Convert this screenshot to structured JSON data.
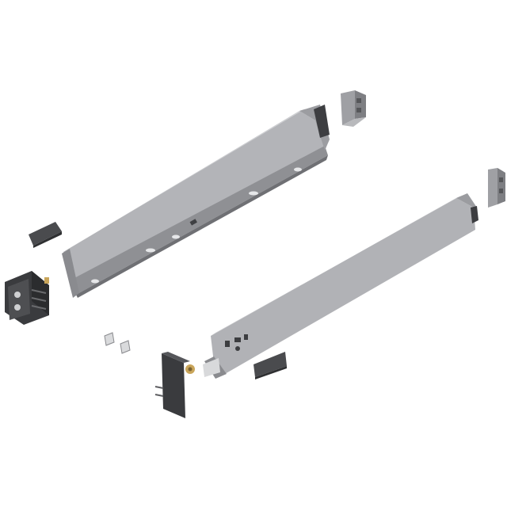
{
  "image": {
    "background": "#ffffff",
    "colors": {
      "panel_light": "#b9babd",
      "panel_mid": "#a3a4a8",
      "panel_dark": "#8c8d91",
      "panel_edge": "#7a7b7f",
      "plastic_dark": "#4a4b4e",
      "plastic_black": "#2f3032",
      "brass": "#c9a55a",
      "metal_light": "#d9dadc"
    },
    "parts": [
      "left-drawer-side-panel",
      "right-drawer-side-panel",
      "rear-bracket-left",
      "rear-bracket-right",
      "front-fixing-bracket",
      "front-fixing-plate",
      "cover-cap-left",
      "cover-cap-right",
      "clip-small-a",
      "clip-small-b"
    ]
  }
}
